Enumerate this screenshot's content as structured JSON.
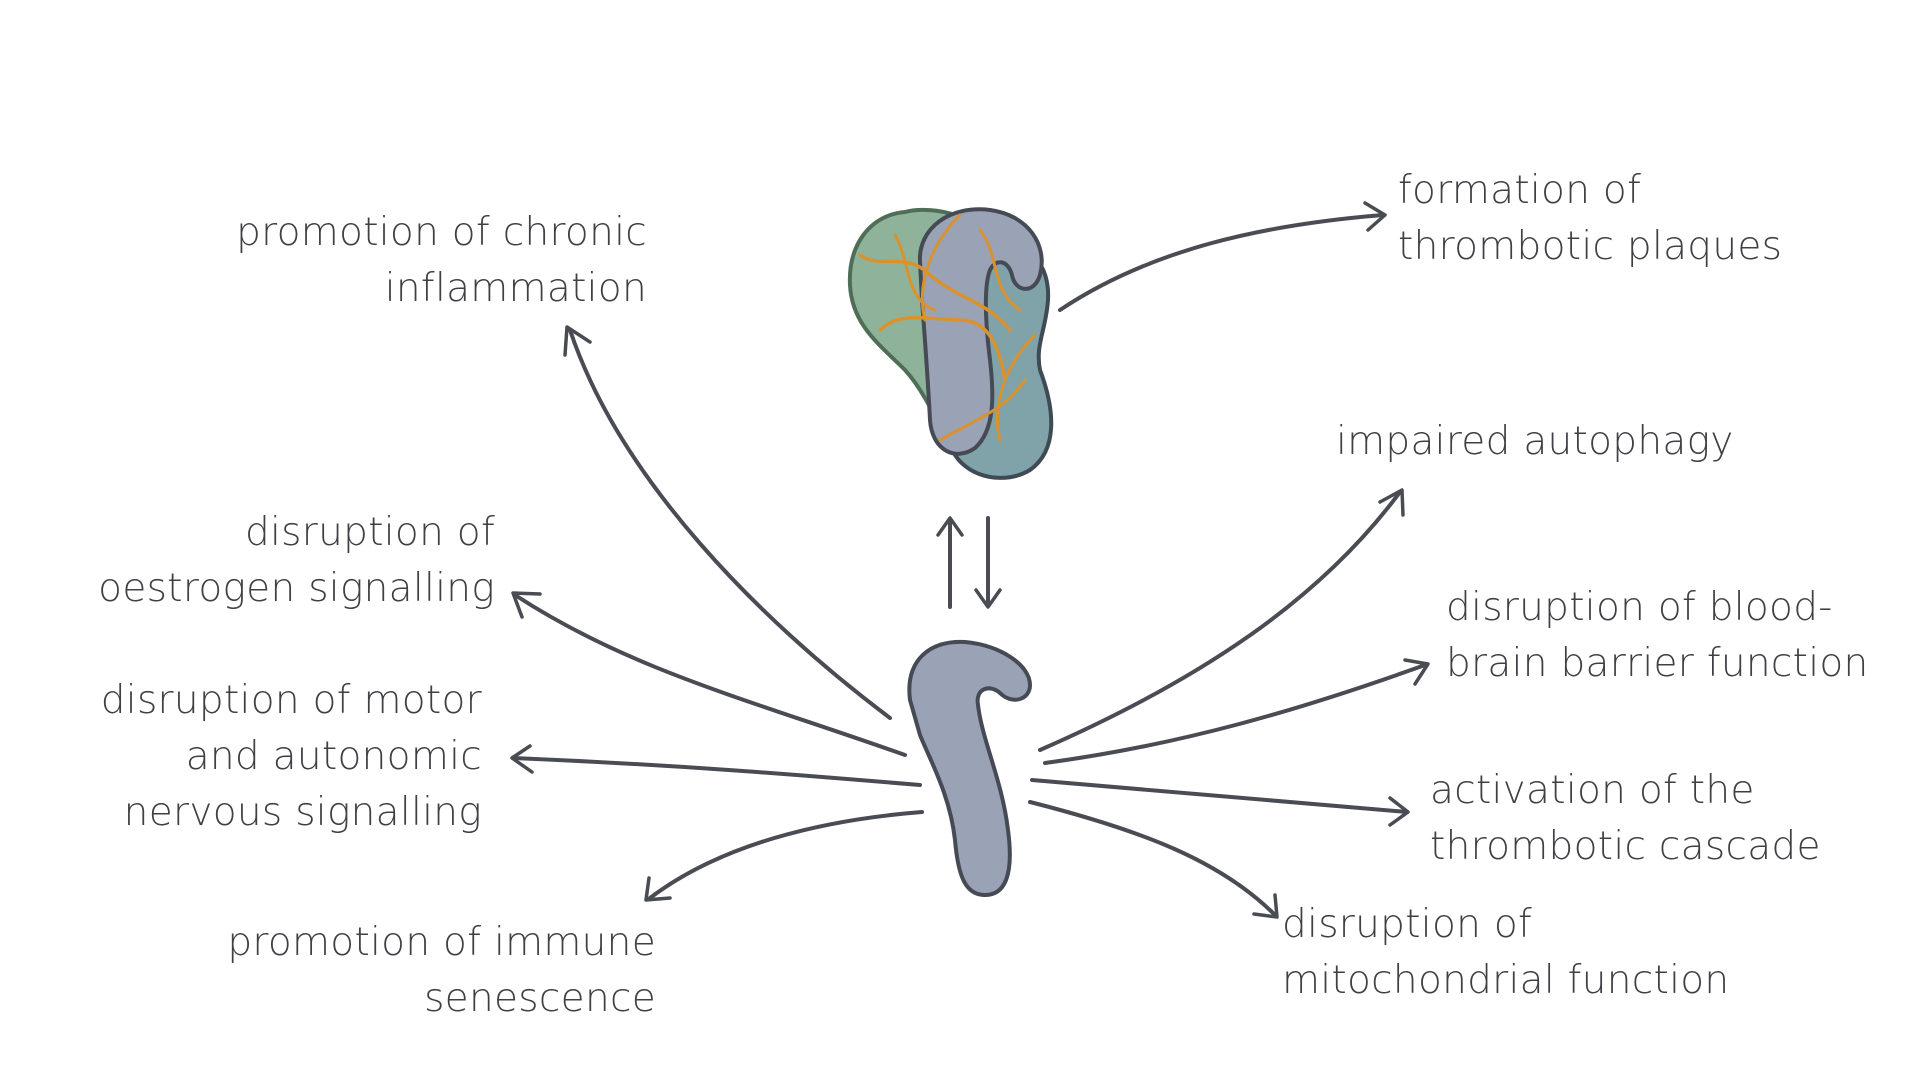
{
  "labels": {
    "chronic_inflammation": {
      "line1": "promotion of chronic",
      "line2": "inflammation"
    },
    "oestrogen": {
      "line1": "disruption of",
      "line2": "oestrogen signalling"
    },
    "motor": {
      "line1": "disruption of motor",
      "line2": "and autonomic",
      "line3": "nervous signalling"
    },
    "immune": {
      "line1": "promotion of immune",
      "line2": "senescence"
    },
    "plaques": {
      "line1": "formation of",
      "line2": "thrombotic plaques"
    },
    "autophagy": {
      "line1": "impaired autophagy"
    },
    "bbb": {
      "line1": "disruption of blood-",
      "line2": "brain barrier function"
    },
    "cascade": {
      "line1": "activation of the",
      "line2": "thrombotic cascade"
    },
    "mitochondrial": {
      "line1": "disruption of",
      "line2": "mitochondrial function"
    }
  },
  "colors": {
    "text": "#3f3f45",
    "arrow": "#4a4c53",
    "protein_gray": "#9aa3b5",
    "protein_outline": "#4a4e57",
    "cluster_green": "#8fb39a",
    "cluster_teal": "#7fa3a8",
    "fibril_orange": "#d9922e"
  },
  "icons": {
    "single_protein": "monomer-protein-icon",
    "protein_cluster": "protein-aggregate-icon",
    "equilibrium": "equilibrium-arrows-icon"
  }
}
